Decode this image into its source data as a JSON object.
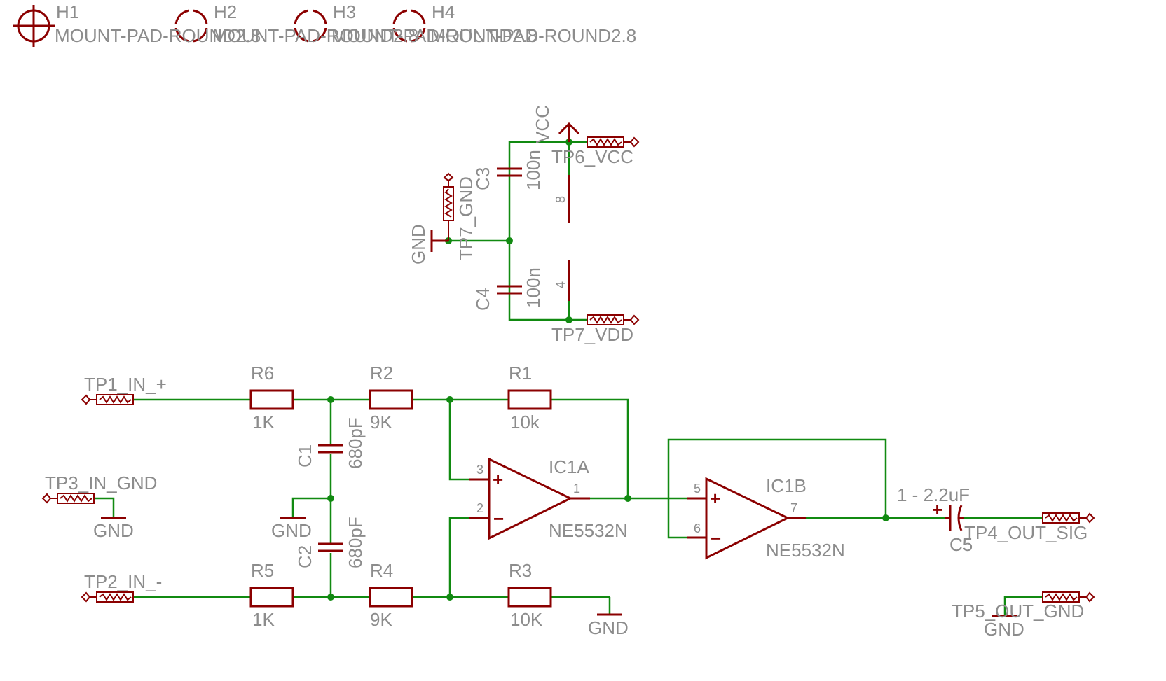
{
  "mounting_holes": [
    {
      "ref": "H1",
      "value": "MOUNT-PAD-ROUND2.8"
    },
    {
      "ref": "H2",
      "value": "MOUNT-PAD-ROUND2.8"
    },
    {
      "ref": "H3",
      "value": "MOUNT-PAD-ROUND2.8"
    },
    {
      "ref": "H4",
      "value": "MOUNT-PAD-ROUND2.8"
    }
  ],
  "test_points": {
    "tp1": "TP1_IN_+",
    "tp2": "TP2_IN_-",
    "tp3": "TP3_IN_GND",
    "tp4": "TP4_OUT_SIG",
    "tp5": "TP5_OUT_GND",
    "tp6": "TP6_VCC",
    "tp7_gnd": "TP7_GND",
    "tp7_vdd": "TP7_VDD"
  },
  "resistors": [
    {
      "ref": "R1",
      "value": "10k"
    },
    {
      "ref": "R2",
      "value": "9K"
    },
    {
      "ref": "R3",
      "value": "10K"
    },
    {
      "ref": "R4",
      "value": "9K"
    },
    {
      "ref": "R5",
      "value": "1K"
    },
    {
      "ref": "R6",
      "value": "1K"
    }
  ],
  "capacitors": [
    {
      "ref": "C1",
      "value": "680pF"
    },
    {
      "ref": "C2",
      "value": "680pF"
    },
    {
      "ref": "C3",
      "value": "100n"
    },
    {
      "ref": "C4",
      "value": "100n"
    },
    {
      "ref": "C5",
      "value": "1 - 2.2uF"
    }
  ],
  "opamps": [
    {
      "ref": "IC1A",
      "value": "NE5532N",
      "pin_plus": "3",
      "pin_minus": "2",
      "pin_out": "1"
    },
    {
      "ref": "IC1B",
      "value": "NE5532N",
      "pin_plus": "5",
      "pin_minus": "6",
      "pin_out": "7"
    }
  ],
  "power_pins": {
    "vcc_pin": "8",
    "vdd_pin": "4"
  },
  "nets": {
    "gnd": "GND",
    "vcc": "VCC"
  },
  "symbols": {
    "plus": "+",
    "minus": "−"
  },
  "colors": {
    "wire": "#118a11",
    "part": "#8b0000",
    "text": "#8c8c8c"
  }
}
